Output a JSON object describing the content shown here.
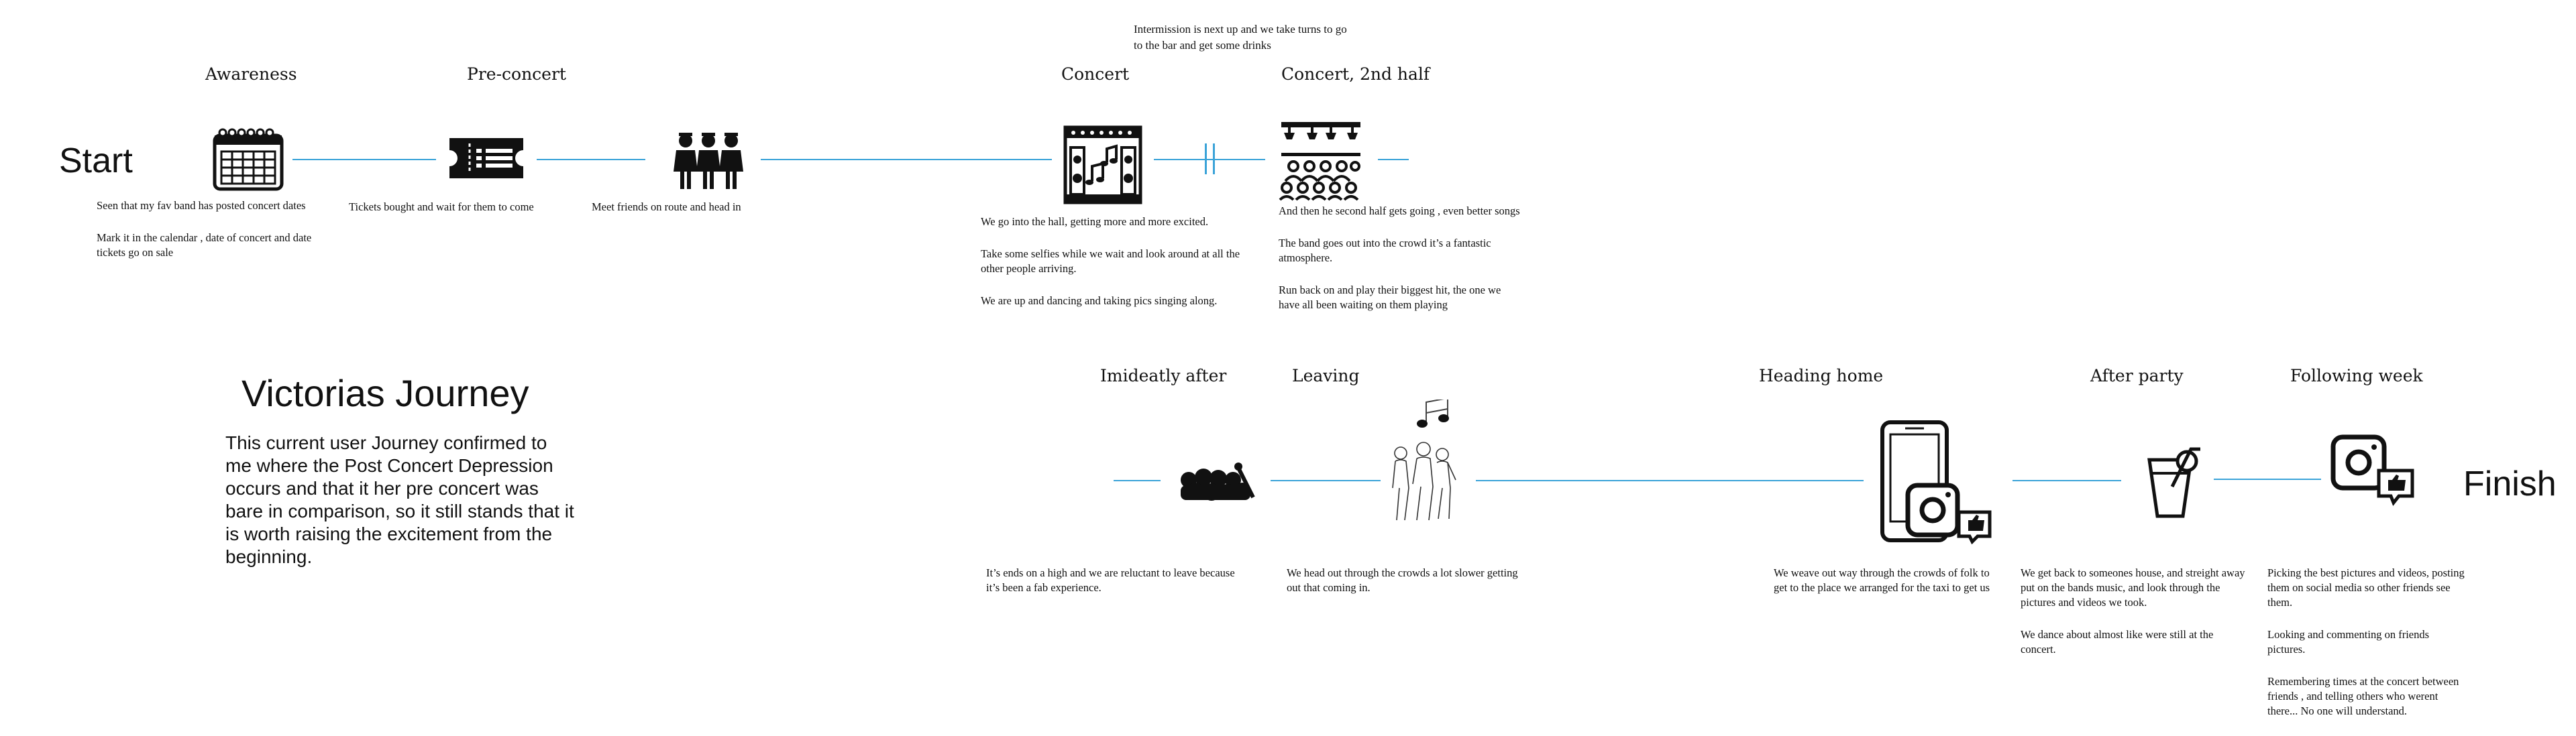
{
  "colors": {
    "line": "#3aa3d8",
    "ink": "#111111"
  },
  "start_label": "Start",
  "finish_label": "Finish",
  "note": {
    "line1": "Intermission is next up and we take turns to go",
    "line2": "to the bar and get some drinks"
  },
  "stages_top": [
    {
      "title": "Awareness",
      "icon": "calendar-icon",
      "desc": [
        "Seen that my fav band has posted concert dates",
        "Mark it in the calendar , date of concert and date tickets go on sale"
      ]
    },
    {
      "title": "Pre-concert",
      "icon": "ticket-icon",
      "desc": [
        "Tickets bought and wait for them to come"
      ]
    },
    {
      "title": "",
      "icon": "friends-icon",
      "desc": [
        "Meet friends on route and head in"
      ]
    },
    {
      "title": "Concert",
      "icon": "stage-icon",
      "desc": [
        "We go into the hall, getting more and more excited.",
        "Take some selfies while we wait and look around at all the other people arriving.",
        "We are up and dancing and taking pics singing along."
      ]
    },
    {
      "title": "Concert, 2nd half",
      "icon": "crowd-stage-icon",
      "desc": [
        "And then he second half gets going , even better songs",
        "The band goes out into the crowd it’s a fantastic atmosphere.",
        "Run back on and play their biggest hit, the one we have all been waiting on them playing"
      ]
    }
  ],
  "stages_bottom": [
    {
      "title": "Imideatly after",
      "icon": "cheering-crowd-icon",
      "desc": [
        "It’s ends on a high and we are reluctant to leave because it’s been a fab experience."
      ]
    },
    {
      "title": "Leaving",
      "icon": "walking-people-icon",
      "desc": [
        "We head out through the crowds a lot slower getting out that coming in."
      ]
    },
    {
      "title": "Heading home",
      "icon": "phone-instagram-icon",
      "desc": [
        "We weave out way through the crowds of folk to get to the place we arranged for the taxi to get us"
      ]
    },
    {
      "title": "After party",
      "icon": "drink-icon",
      "desc": [
        "We get back to someones house, and streight away put on the bands music, and look through the pictures and videos we took.",
        "We dance about almost like were still at the concert."
      ]
    },
    {
      "title": "Following week",
      "icon": "instagram-like-icon",
      "desc": [
        "Picking the best pictures and videos, posting them on social media so other friends see them.",
        "Looking and commenting on friends pictures.",
        "Remembering times at the concert between friends , and telling others who werent there... No one will understand."
      ]
    }
  ],
  "journey": {
    "title": "Victorias Journey",
    "body": "This current user Journey confirmed to me where the Post Concert Depression occurs and that it her pre concert was bare in comparison, so it still stands that it is worth raising the excitement from the beginning."
  }
}
